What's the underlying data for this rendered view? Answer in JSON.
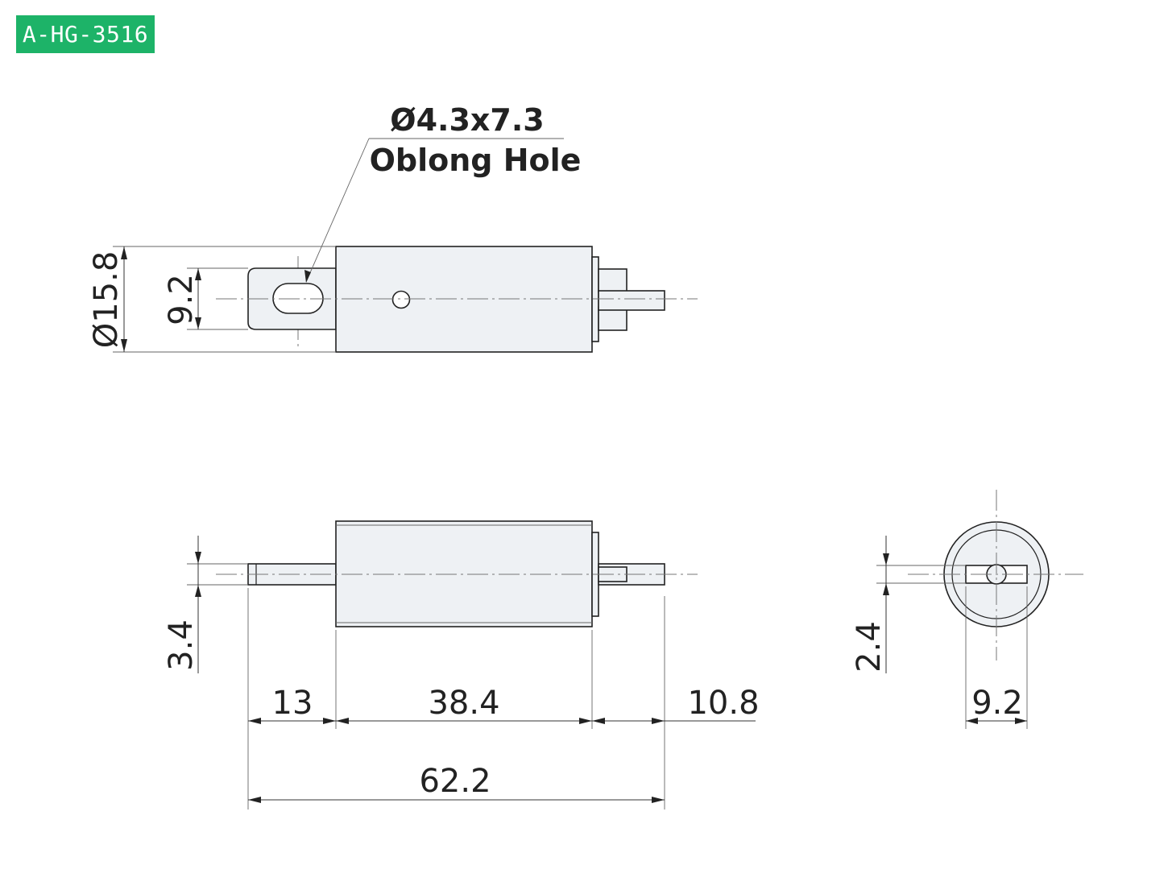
{
  "header": {
    "model_code": "A-HG-3516",
    "badge_color": "#1db368"
  },
  "callout": {
    "hole_size": "Ø4.3x7.3",
    "hole_type": "Oblong Hole"
  },
  "dimensions": {
    "body_diameter": "Ø15.8",
    "tab_width": "9.2",
    "shaft_thickness": "3.4",
    "tab_length": "13",
    "body_length": "38.4",
    "shaft_length": "10.8",
    "overall_length": "62.2",
    "end_slot_width": "2.4",
    "end_slot_length": "9.2"
  }
}
